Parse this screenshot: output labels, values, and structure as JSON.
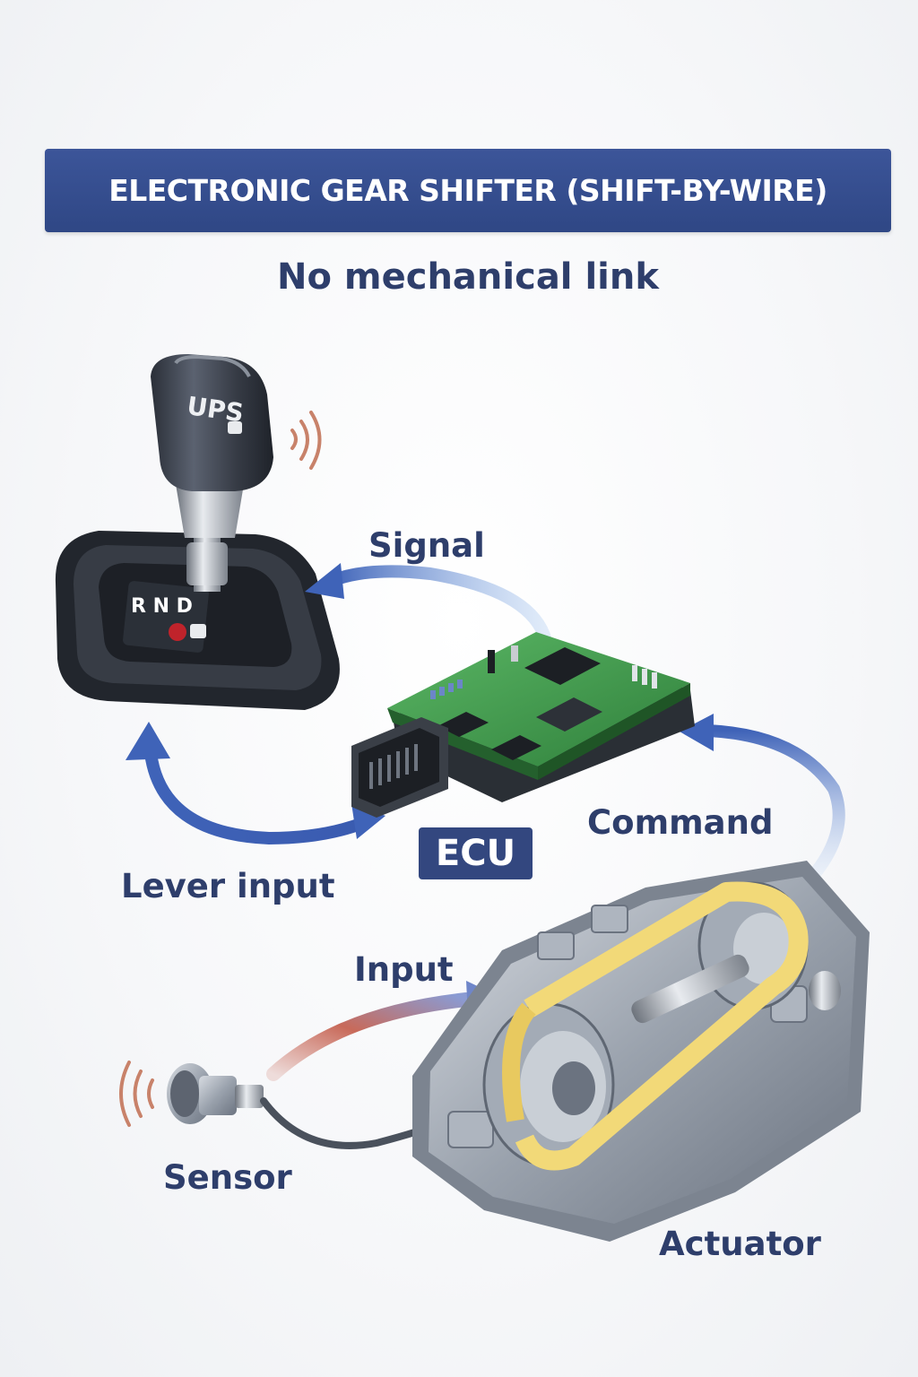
{
  "title": "ELECTRONIC GEAR SHIFTER (SHIFT-BY-WIRE)",
  "subtitle": "No mechanical link",
  "labels": {
    "signal": "Signal",
    "command": "Command",
    "lever_input": "Lever input",
    "ecu": "ECU",
    "input": "Input",
    "sensor": "Sensor",
    "actuator": "Actuator"
  },
  "shifter": {
    "knob_text": "UPS",
    "gate_text": "R N D"
  },
  "colors": {
    "title_bg": "#33477f",
    "text": "#2e3e6b",
    "arrow_blue": "#3f63b8",
    "arrow_red": "#c86a5a",
    "pcb_green": "#3f9a4c",
    "belt_yellow": "#f2d978",
    "metal": "#9aa2ad"
  },
  "icons": [
    "shift-lever-icon",
    "ecu-board-icon",
    "sensor-icon",
    "actuator-icon",
    "signal-wave-icon"
  ]
}
